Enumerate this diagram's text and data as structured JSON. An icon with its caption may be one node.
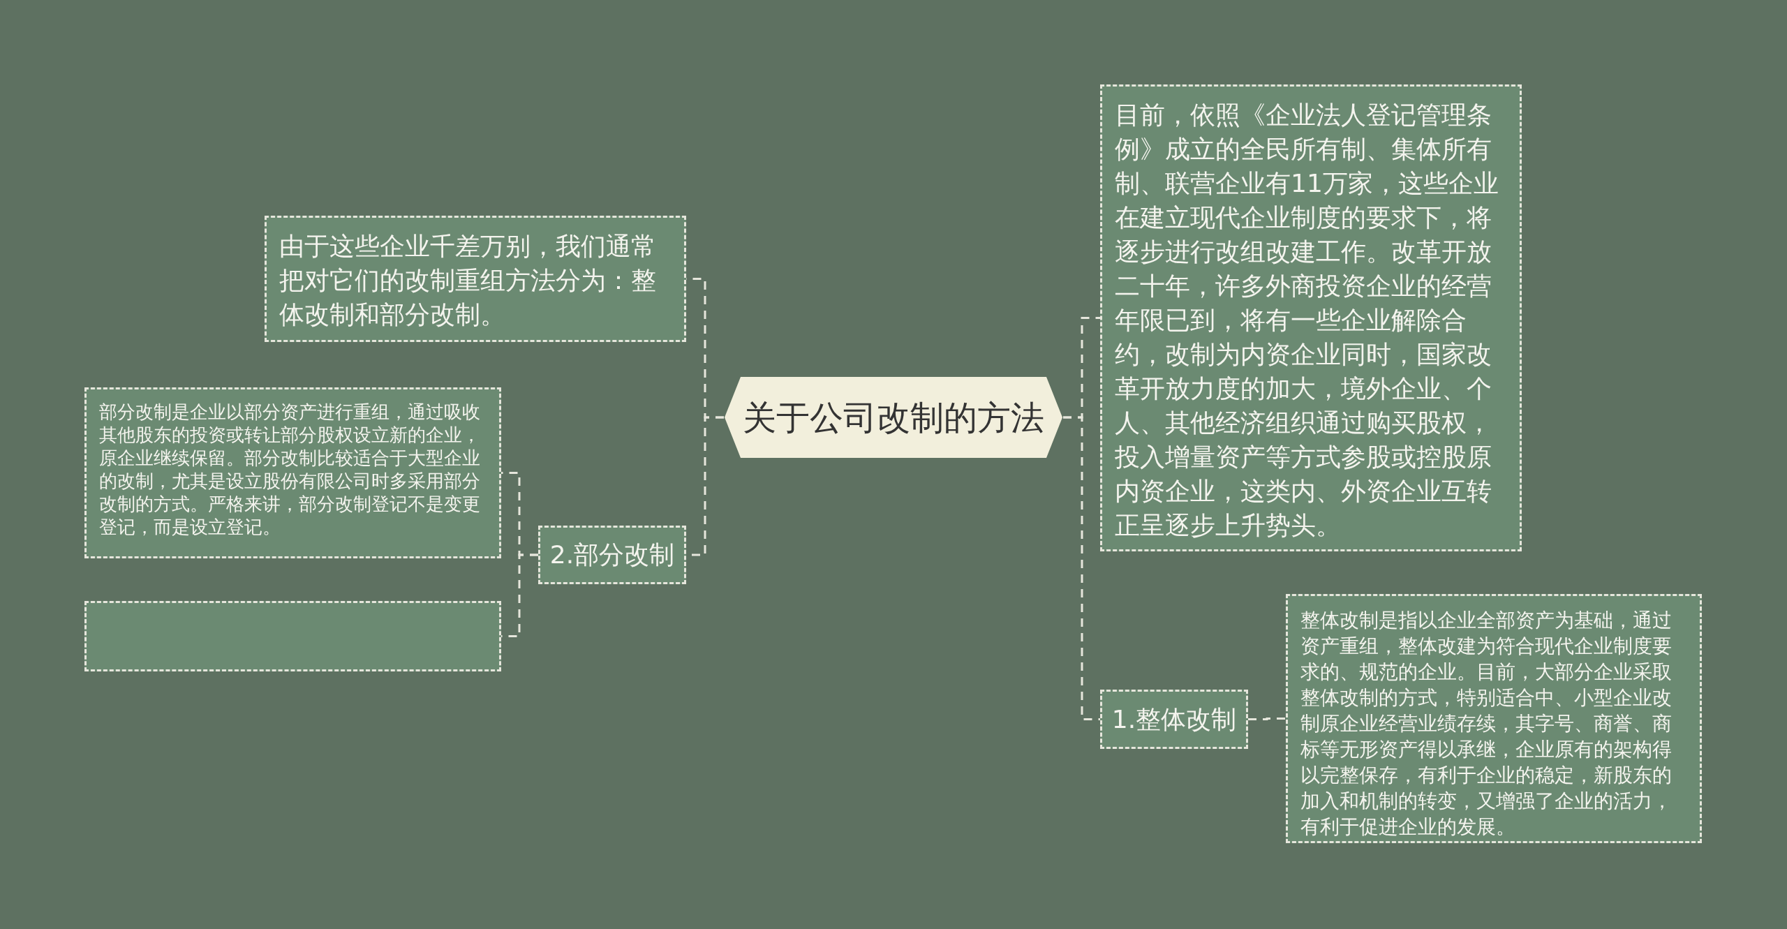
{
  "diagram": {
    "nodes": [
      {
        "text": [
          "关于公司改制的方法"
        ]
      },
      {
        "text": [
          "由于这些企业千差万别，我们通常把对它们的改制重组方法分为：整体改制和部分改制。"
        ]
      },
      {
        "text": [
          "2.部分改制"
        ]
      },
      {
        "text": [
          "部分改制是企业以部分资产进行重组，通过吸收其他股东的投资或转让部分股权设立新的企业，原企业继续保留。部分改制比较适合于大型企业的改制，尤其是设立股份有限公司时多采用部分改制的方式。严格来讲，部分改制登记不是变更登记，而是设立登记。"
        ]
      },
      {
        "text": [],
        "shape": "box"
      },
      {
        "text": [
          "目前，依照《企业法人登记管理条例》成立的全民所有制、集体所有制、联营企业有11万家，这些企业在建立现代企业制度的要求下，将逐步进行改组改建工作。改革开放二十年，许多外商投资企业的经营年限已到，将有一些企业解除合约，改制为内资企业同时，国家改革开放力度的加大，境外企业、个人、其他经济组织通过购买股权，投入增量资产等方式参股或控股原内资企业，这类内、外资企业互转正呈逐步上升势头。"
        ]
      },
      {
        "text": [
          "1.整体改制"
        ]
      },
      {
        "text": [
          "整体改制是指以企业全部资产为基础，通过资产重组，整体改建为符合现代企业制度要求的、规范的企业。目前，大部分企业采取整体改制的方式，特别适合中、小型企业改制原企业经营业绩存续，其字号、商誉、商标等无形资产得以承继，企业原有的架构得以完整保存，有利于企业的稳定，新股东的加入和机制的转变，又增强了企业的活力，有利于促进企业的发展。"
        ]
      }
    ],
    "edges": [
      {
        "from": 0,
        "to": 1,
        "arrow": "none"
      },
      {
        "from": 0,
        "to": 2,
        "arrow": "none"
      },
      {
        "from": 2,
        "to": 3,
        "arrow": "none"
      },
      {
        "from": 2,
        "to": 4,
        "arrow": "none"
      },
      {
        "from": 0,
        "to": 5,
        "arrow": "none"
      },
      {
        "from": 0,
        "to": 6,
        "arrow": "none"
      },
      {
        "from": 6,
        "to": 7,
        "arrow": "none"
      }
    ]
  }
}
